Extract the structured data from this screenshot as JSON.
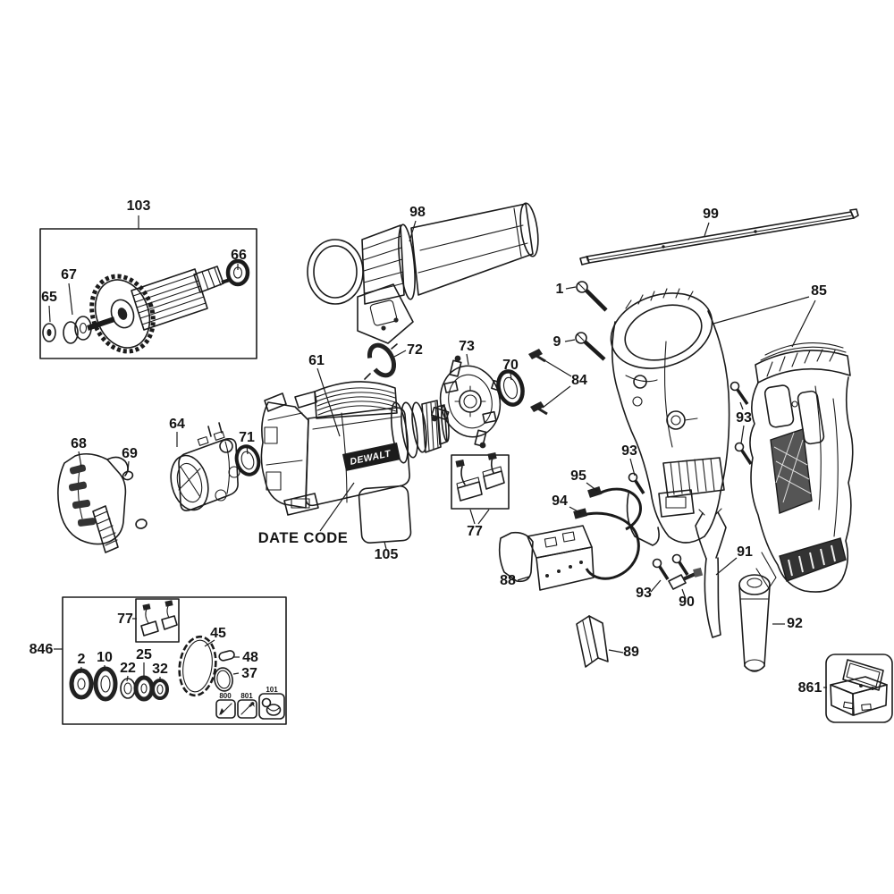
{
  "figure": {
    "kind": "exploded parts diagram",
    "background": "#ffffff",
    "ink_color": "#1b1b1b",
    "brand": "DEWALT",
    "date_code": "DATE CODE"
  },
  "callouts": {
    "c103": "103",
    "c98": "98",
    "c99": "99",
    "c66": "66",
    "c67": "67",
    "c65": "65",
    "c1": "1",
    "c9": "9",
    "c85": "85",
    "c72": "72",
    "c73": "73",
    "c70": "70",
    "c84": "84",
    "c61": "61",
    "c64": "64",
    "c71": "71",
    "c68": "68",
    "c69": "69",
    "c95": "95",
    "c94": "94",
    "c93a": "93",
    "c93b": "93",
    "c93c": "93",
    "c90": "90",
    "c88": "88",
    "c89": "89",
    "c91": "91",
    "c92": "92",
    "c861": "861",
    "c846": "846",
    "c105": "105",
    "c77a": "77",
    "c77b": "77",
    "c2": "2",
    "c10": "10",
    "c22": "22",
    "c25": "25",
    "c32": "32",
    "c45": "45",
    "c48": "48",
    "c37": "37",
    "c800": "800",
    "c801": "801",
    "c101": "101"
  }
}
